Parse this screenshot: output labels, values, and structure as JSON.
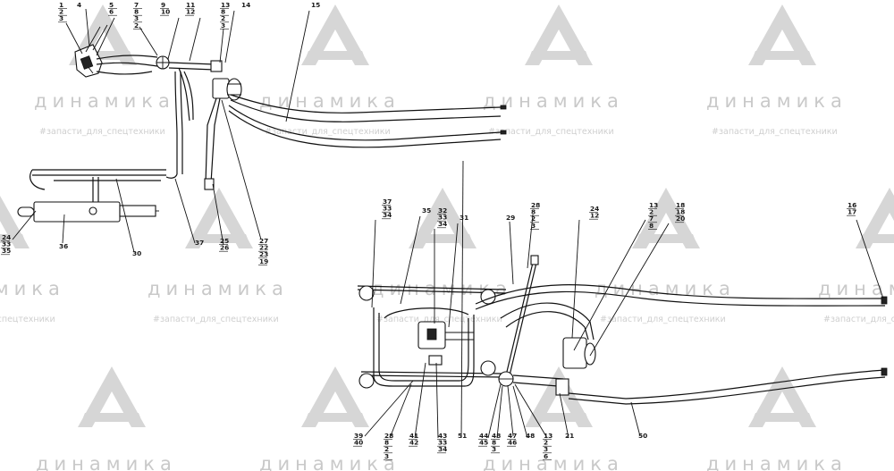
{
  "watermark": {
    "brand": "динамика",
    "tag": "#запасти_для_спецтехники"
  },
  "callouts": {
    "c1": [
      "1",
      "2",
      "3"
    ],
    "c4": [
      "4"
    ],
    "c5": [
      "5",
      "6"
    ],
    "c7": [
      "7",
      "8",
      "3",
      "2"
    ],
    "c9": [
      "9",
      "10"
    ],
    "c11": [
      "11",
      "12"
    ],
    "c13": [
      "13",
      "8",
      "2",
      "3"
    ],
    "c14": [
      "14"
    ],
    "c15": [
      "15"
    ],
    "c24a": [
      "24",
      "33",
      "35"
    ],
    "c36": [
      "36"
    ],
    "c30": [
      "30"
    ],
    "c37": [
      "37"
    ],
    "c25": [
      "25",
      "26"
    ],
    "c27": [
      "27",
      "22",
      "23",
      "19"
    ],
    "c37b": [
      "37",
      "33",
      "34"
    ],
    "c35": [
      "35"
    ],
    "c32": [
      "32",
      "33",
      "34"
    ],
    "c31": [
      "31"
    ],
    "c29": [
      "29"
    ],
    "c28": [
      "28",
      "8",
      "2",
      "3"
    ],
    "c24": [
      "24",
      "12"
    ],
    "c13b": [
      "13",
      "2",
      "7",
      "8"
    ],
    "c18": [
      "18",
      "18",
      "20"
    ],
    "c16": [
      "16",
      "17"
    ],
    "c39": [
      "39",
      "40"
    ],
    "c28b": [
      "28",
      "8",
      "2",
      "3"
    ],
    "c41": [
      "41",
      "42"
    ],
    "c43": [
      "43",
      "33",
      "34"
    ],
    "c51": [
      "51"
    ],
    "c44": [
      "44",
      "45"
    ],
    "c48": [
      "48",
      "8",
      "3"
    ],
    "c47": [
      "47",
      "46"
    ],
    "c48b": [
      "48"
    ],
    "c13c": [
      "13",
      "2",
      "3",
      "6"
    ],
    "c21": [
      "21"
    ],
    "c50": [
      "50"
    ]
  }
}
